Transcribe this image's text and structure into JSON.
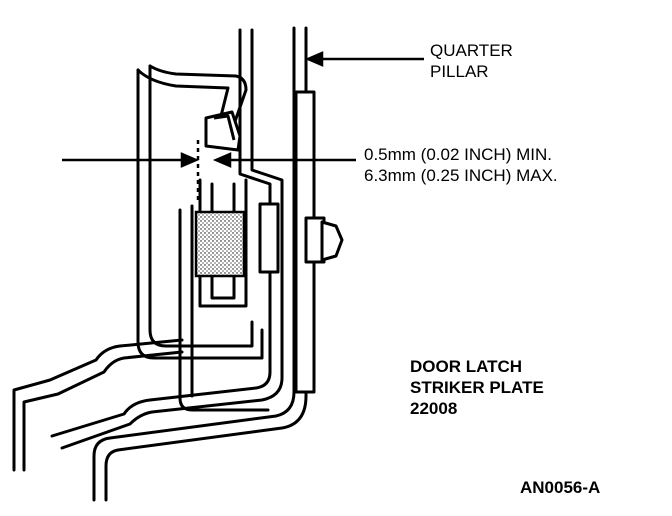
{
  "labels": {
    "quarter_pillar_line1": "QUARTER",
    "quarter_pillar_line2": "PILLAR",
    "gap_min": "0.5mm (0.02 INCH) MIN.",
    "gap_max": "6.3mm (0.25 INCH) MAX.",
    "part_name_line1": "DOOR LATCH",
    "part_name_line2": "STRIKER PLATE",
    "part_number": "22008",
    "figure_id": "AN0056-A"
  },
  "colors": {
    "ink": "#000000",
    "paper": "#ffffff"
  }
}
